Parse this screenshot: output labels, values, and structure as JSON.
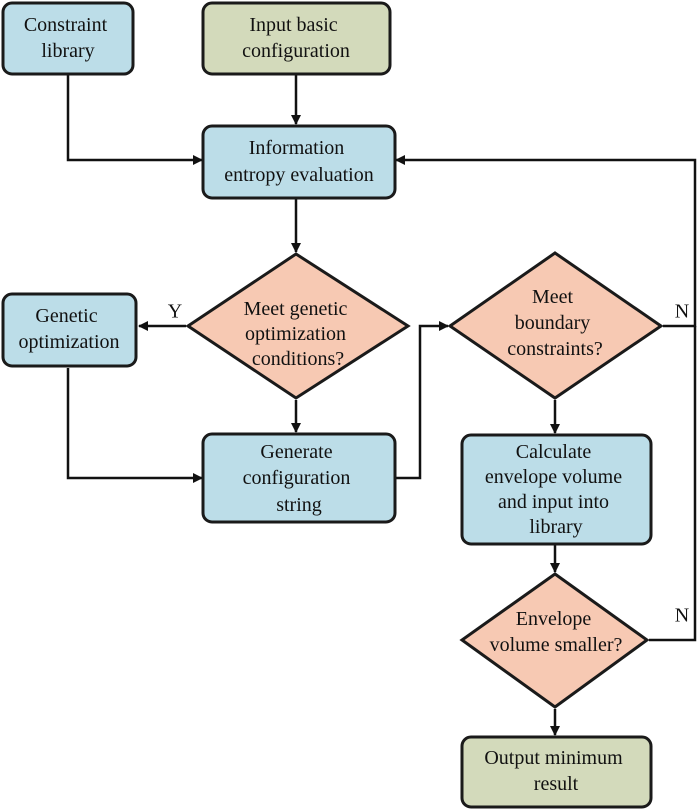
{
  "colors": {
    "process_fill": "#bcdde8",
    "terminal_fill": "#d3dabb",
    "decision_fill": "#f7c9b3",
    "stroke": "#1a1a1a"
  },
  "nodes": {
    "constraint_library": {
      "lines": [
        "Constraint",
        "library"
      ]
    },
    "input_basic_configuration": {
      "lines": [
        "Input basic",
        "configuration"
      ]
    },
    "information_entropy_evaluation": {
      "lines": [
        "Information",
        "entropy evaluation"
      ]
    },
    "genetic_optimization": {
      "lines": [
        "Genetic",
        "optimization"
      ]
    },
    "meet_genetic_conditions": {
      "lines": [
        "Meet genetic",
        "optimization",
        "conditions?"
      ]
    },
    "generate_configuration_string": {
      "lines": [
        "Generate",
        "configuration",
        "string"
      ]
    },
    "meet_boundary_constraints": {
      "lines": [
        "Meet",
        "boundary",
        "constraints?"
      ]
    },
    "calculate_envelope_volume": {
      "lines": [
        "Calculate",
        "envelope volume",
        "and input into",
        "library"
      ]
    },
    "envelope_volume_smaller": {
      "lines": [
        "Envelope",
        "volume smaller?"
      ]
    },
    "output_minimum_result": {
      "lines": [
        "Output minimum",
        "result"
      ]
    }
  },
  "edge_labels": {
    "genetic_yes": "Y",
    "boundary_no": "N",
    "envelope_no": "N"
  }
}
